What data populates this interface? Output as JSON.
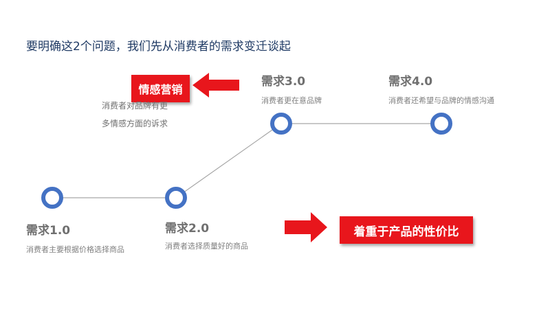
{
  "title": "要明确这2个问题，我们先从消费者的需求变迁谈起",
  "stages": [
    {
      "title": "需求1.0",
      "desc": "消费者主要根据价格选择商品"
    },
    {
      "title": "需求2.0",
      "desc": "消费者选择质量好的商品"
    },
    {
      "title": "需求3.0",
      "desc": "消费者更在意品牌"
    },
    {
      "title": "需求4.0",
      "desc": "消费者还希望与品牌的情感沟通"
    }
  ],
  "callouts": {
    "emotion": "情感营销",
    "value": "着重于产品的性价比"
  },
  "note": {
    "line1": "消费者对品牌有更",
    "line2": "多情感方面的诉求"
  },
  "colors": {
    "title": "#1f3a64",
    "node_ring": "#4472c4",
    "connector": "#a6a6a6",
    "callout": "#e8161c",
    "stage_title": "#707070"
  }
}
